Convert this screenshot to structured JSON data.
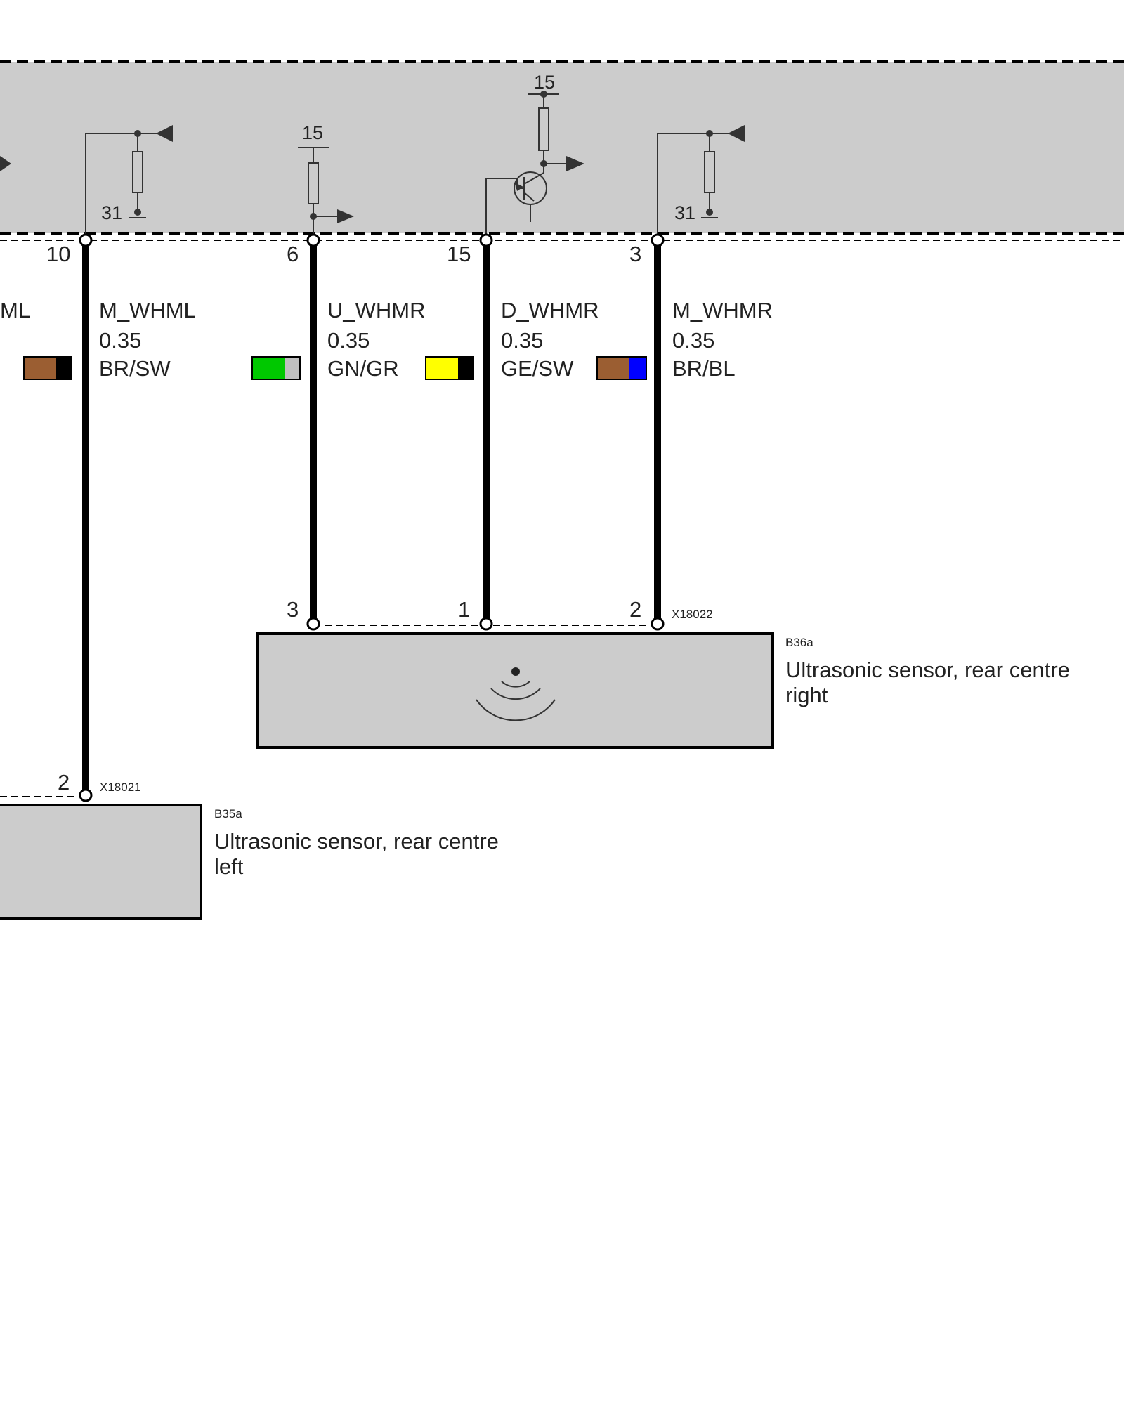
{
  "control_unit": {
    "supply_15": "15",
    "ground_31": "31",
    "fill_color": "#cccccc",
    "pins": [
      {
        "pin": "10",
        "signal": "M_WHML",
        "cross_section": "0.35",
        "color_code": "BR/SW",
        "colors": [
          "#9b5e32",
          "#000000"
        ],
        "circuit": "pull-up to output, resistor to ground 31"
      },
      {
        "pin": "6",
        "signal": "U_WHMR",
        "cross_section": "0.35",
        "color_code": "GN/GR",
        "colors": [
          "#00c800",
          "#bfbfbf"
        ],
        "circuit": "resistor from supply 15 to output"
      },
      {
        "pin": "15",
        "signal": "D_WHMR",
        "cross_section": "0.35",
        "color_code": "GE/SW",
        "colors": [
          "#ffff00",
          "#000000"
        ],
        "circuit": "transistor, resistor from supply 15"
      },
      {
        "pin": "3",
        "signal": "M_WHMR",
        "cross_section": "0.35",
        "color_code": "BR/BL",
        "colors": [
          "#9b5e32",
          "#0000ff"
        ],
        "circuit": "pull-up to output, resistor to ground 31"
      }
    ],
    "partial_left_label": "ML",
    "partial_left_colors": [
      "#9b5e32",
      "#000000"
    ]
  },
  "sensor_right": {
    "id": "B36a",
    "name_line1": "Ultrasonic sensor, rear centre",
    "name_line2": "right",
    "connector": "X18022",
    "pins": [
      "3",
      "1",
      "2"
    ]
  },
  "sensor_left": {
    "id": "B35a",
    "name_line1": "Ultrasonic sensor, rear centre",
    "name_line2": "left",
    "connector": "X18021",
    "pins": [
      "2"
    ]
  }
}
